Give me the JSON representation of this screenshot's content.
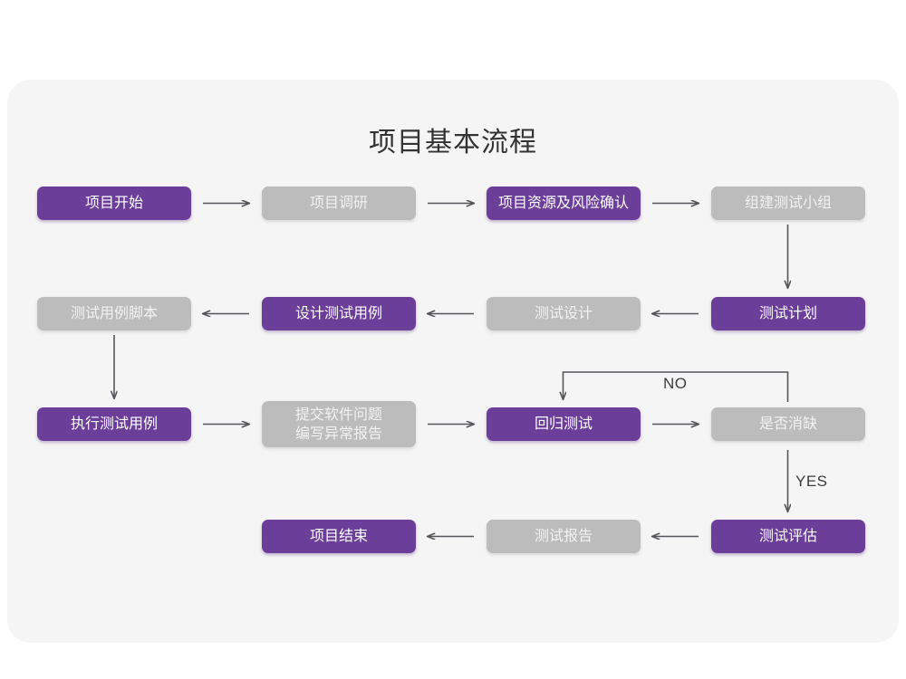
{
  "page": {
    "background_color": "#ffffff",
    "card_color": "#f5f5f5",
    "title": "项目基本流程"
  },
  "palette": {
    "purple": "#6b3f99",
    "gray": "#bcbcbc",
    "purple_text": "#ffffff",
    "gray_text": "#f2f2f2",
    "arrow": "#55555a",
    "title_text": "#333333"
  },
  "chart_data": {
    "type": "diagram",
    "title": "项目基本流程",
    "nodes": [
      {
        "id": "n1",
        "label": "项目开始",
        "style": "purple",
        "row": 1,
        "col": 1
      },
      {
        "id": "n2",
        "label": "项目调研",
        "style": "gray",
        "row": 1,
        "col": 2
      },
      {
        "id": "n3",
        "label": "项目资源及风险确认",
        "style": "purple",
        "row": 1,
        "col": 3
      },
      {
        "id": "n4",
        "label": "组建测试小组",
        "style": "gray",
        "row": 1,
        "col": 4
      },
      {
        "id": "n5",
        "label": "测试用例脚本",
        "style": "gray",
        "row": 2,
        "col": 1
      },
      {
        "id": "n6",
        "label": "设计测试用例",
        "style": "purple",
        "row": 2,
        "col": 2
      },
      {
        "id": "n7",
        "label": "测试设计",
        "style": "gray",
        "row": 2,
        "col": 3
      },
      {
        "id": "n8",
        "label": "测试计划",
        "style": "purple",
        "row": 2,
        "col": 4
      },
      {
        "id": "n9",
        "label": "执行测试用例",
        "style": "purple",
        "row": 3,
        "col": 1
      },
      {
        "id": "n10",
        "label": "提交软件问题\n编写异常报告",
        "style": "gray",
        "row": 3,
        "col": 2
      },
      {
        "id": "n11",
        "label": "回归测试",
        "style": "purple",
        "row": 3,
        "col": 3
      },
      {
        "id": "n12",
        "label": "是否消缺",
        "style": "gray",
        "row": 3,
        "col": 4
      },
      {
        "id": "n13",
        "label": "项目结束",
        "style": "purple",
        "row": 4,
        "col": 2
      },
      {
        "id": "n14",
        "label": "测试报告",
        "style": "gray",
        "row": 4,
        "col": 3
      },
      {
        "id": "n15",
        "label": "测试评估",
        "style": "purple",
        "row": 4,
        "col": 4
      }
    ],
    "edges": [
      {
        "from": "n1",
        "to": "n2",
        "label": "",
        "direction": "right"
      },
      {
        "from": "n2",
        "to": "n3",
        "label": "",
        "direction": "right"
      },
      {
        "from": "n3",
        "to": "n4",
        "label": "",
        "direction": "right"
      },
      {
        "from": "n4",
        "to": "n8",
        "label": "",
        "direction": "down"
      },
      {
        "from": "n8",
        "to": "n7",
        "label": "",
        "direction": "left"
      },
      {
        "from": "n7",
        "to": "n6",
        "label": "",
        "direction": "left"
      },
      {
        "from": "n6",
        "to": "n5",
        "label": "",
        "direction": "left"
      },
      {
        "from": "n5",
        "to": "n9",
        "label": "",
        "direction": "down"
      },
      {
        "from": "n9",
        "to": "n10",
        "label": "",
        "direction": "right"
      },
      {
        "from": "n10",
        "to": "n11",
        "label": "",
        "direction": "right"
      },
      {
        "from": "n11",
        "to": "n12",
        "label": "",
        "direction": "right"
      },
      {
        "from": "n12",
        "to": "n11",
        "label": "NO",
        "direction": "loop-up-left"
      },
      {
        "from": "n12",
        "to": "n15",
        "label": "YES",
        "direction": "down"
      },
      {
        "from": "n15",
        "to": "n14",
        "label": "",
        "direction": "left"
      },
      {
        "from": "n14",
        "to": "n13",
        "label": "",
        "direction": "left"
      }
    ],
    "edge_labels": {
      "no": "NO",
      "yes": "YES"
    }
  }
}
